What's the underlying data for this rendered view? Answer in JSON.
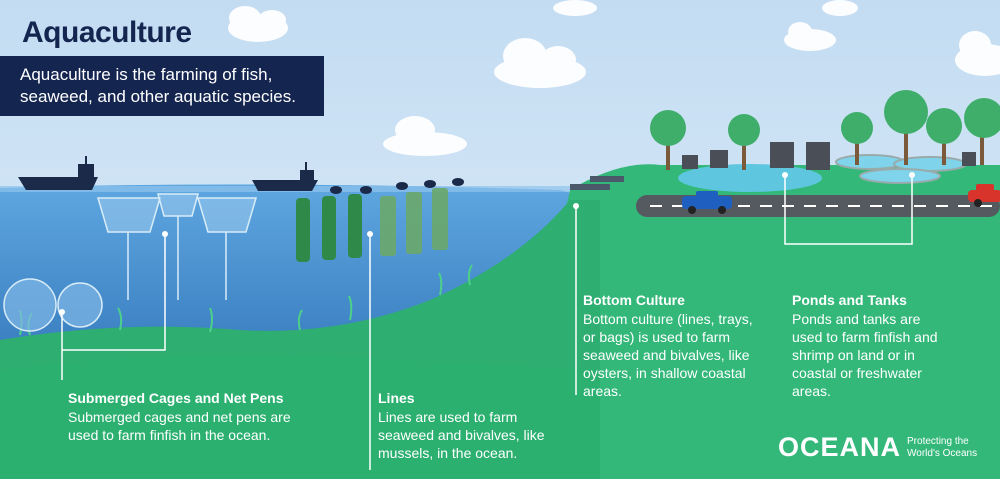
{
  "title": "Aquaculture",
  "intro": "Aquaculture is the farming of fish, seaweed, and other aquatic species.",
  "callouts": {
    "cages": {
      "heading": "Submerged Cages and Net Pens",
      "text": "Submerged cages and net pens are used to farm finfish in the ocean."
    },
    "lines": {
      "heading": "Lines",
      "text": "Lines are used to farm seaweed and bivalves, like mussels, in the ocean."
    },
    "bottom": {
      "heading": "Bottom Culture",
      "text": "Bottom culture (lines, trays, or bags) is used to farm seaweed and bivalves, like oysters, in shallow coastal areas."
    },
    "ponds": {
      "heading": "Ponds and Tanks",
      "text": "Ponds and tanks are used to farm finfish and shrimp on land or in coastal or freshwater areas."
    }
  },
  "logo": {
    "wordmark": "OCEANA",
    "tagline": "Protecting the World's Oceans"
  },
  "colors": {
    "sky": "#cfe3f4",
    "ocean": "#2f7fc7",
    "land": "#33b87a",
    "navy": "#14254f",
    "road": "#555a60"
  }
}
